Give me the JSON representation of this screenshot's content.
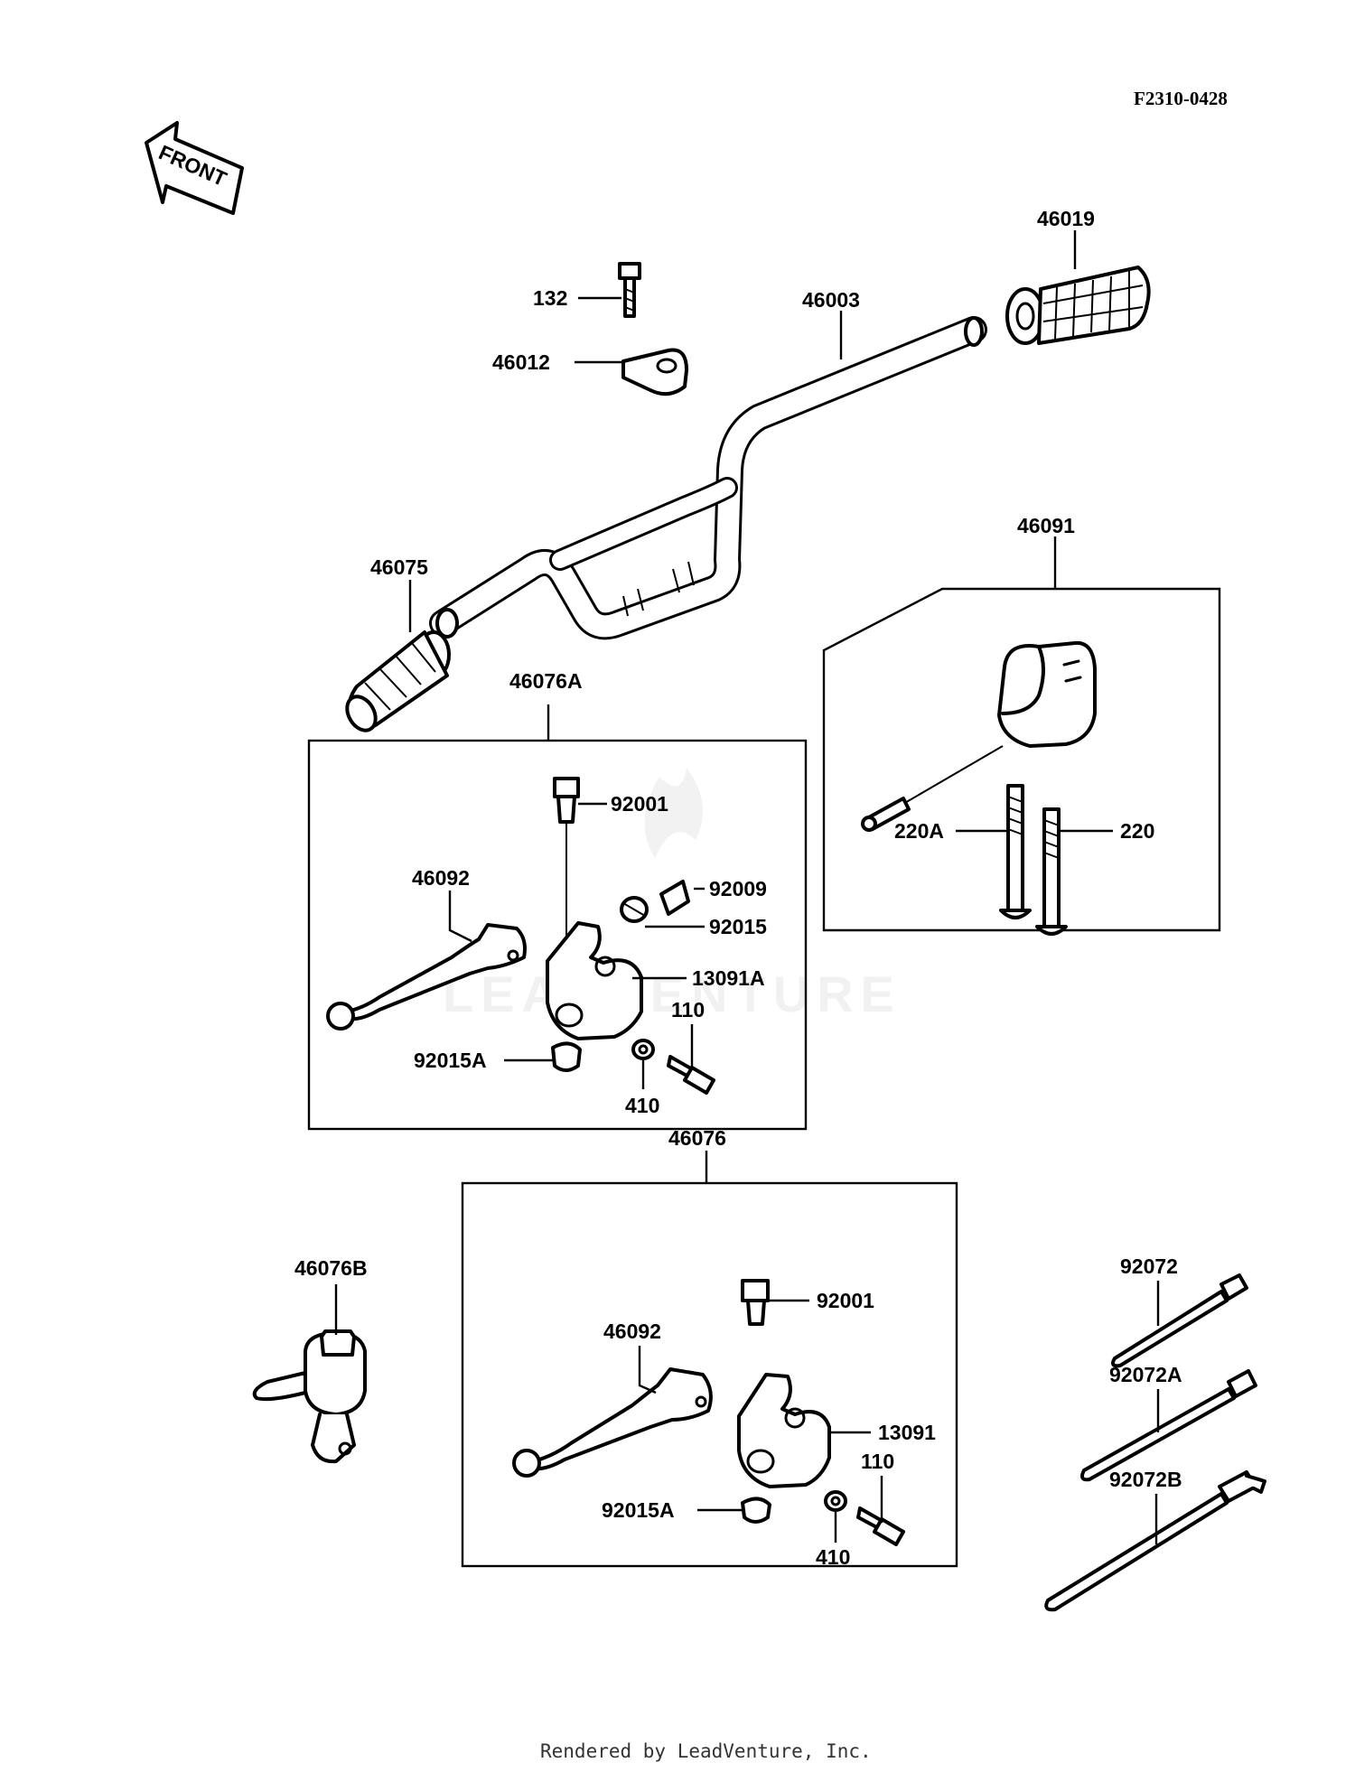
{
  "figure_code": "F2310-0428",
  "front_arrow_text": "FRONT",
  "watermark_text": "LEADVENTURE",
  "footer": "Rendered by LeadVenture, Inc.",
  "callouts": {
    "p46019": "46019",
    "p132": "132",
    "p46003": "46003",
    "p46012": "46012",
    "p46075": "46075",
    "p46091": "46091",
    "p46076A": "46076A",
    "p92001a": "92001",
    "p92009": "92009",
    "p92015": "92015",
    "p46092a": "46092",
    "p13091A": "13091A",
    "p110a": "110",
    "p92015Aa": "92015A",
    "p410a": "410",
    "p220A": "220A",
    "p220": "220",
    "p46076": "46076",
    "p46076B": "46076B",
    "p92001b": "92001",
    "p46092b": "46092",
    "p13091": "13091",
    "p110b": "110",
    "p92015Ab": "92015A",
    "p410b": "410",
    "p92072": "92072",
    "p92072A": "92072A",
    "p92072B": "92072B"
  }
}
